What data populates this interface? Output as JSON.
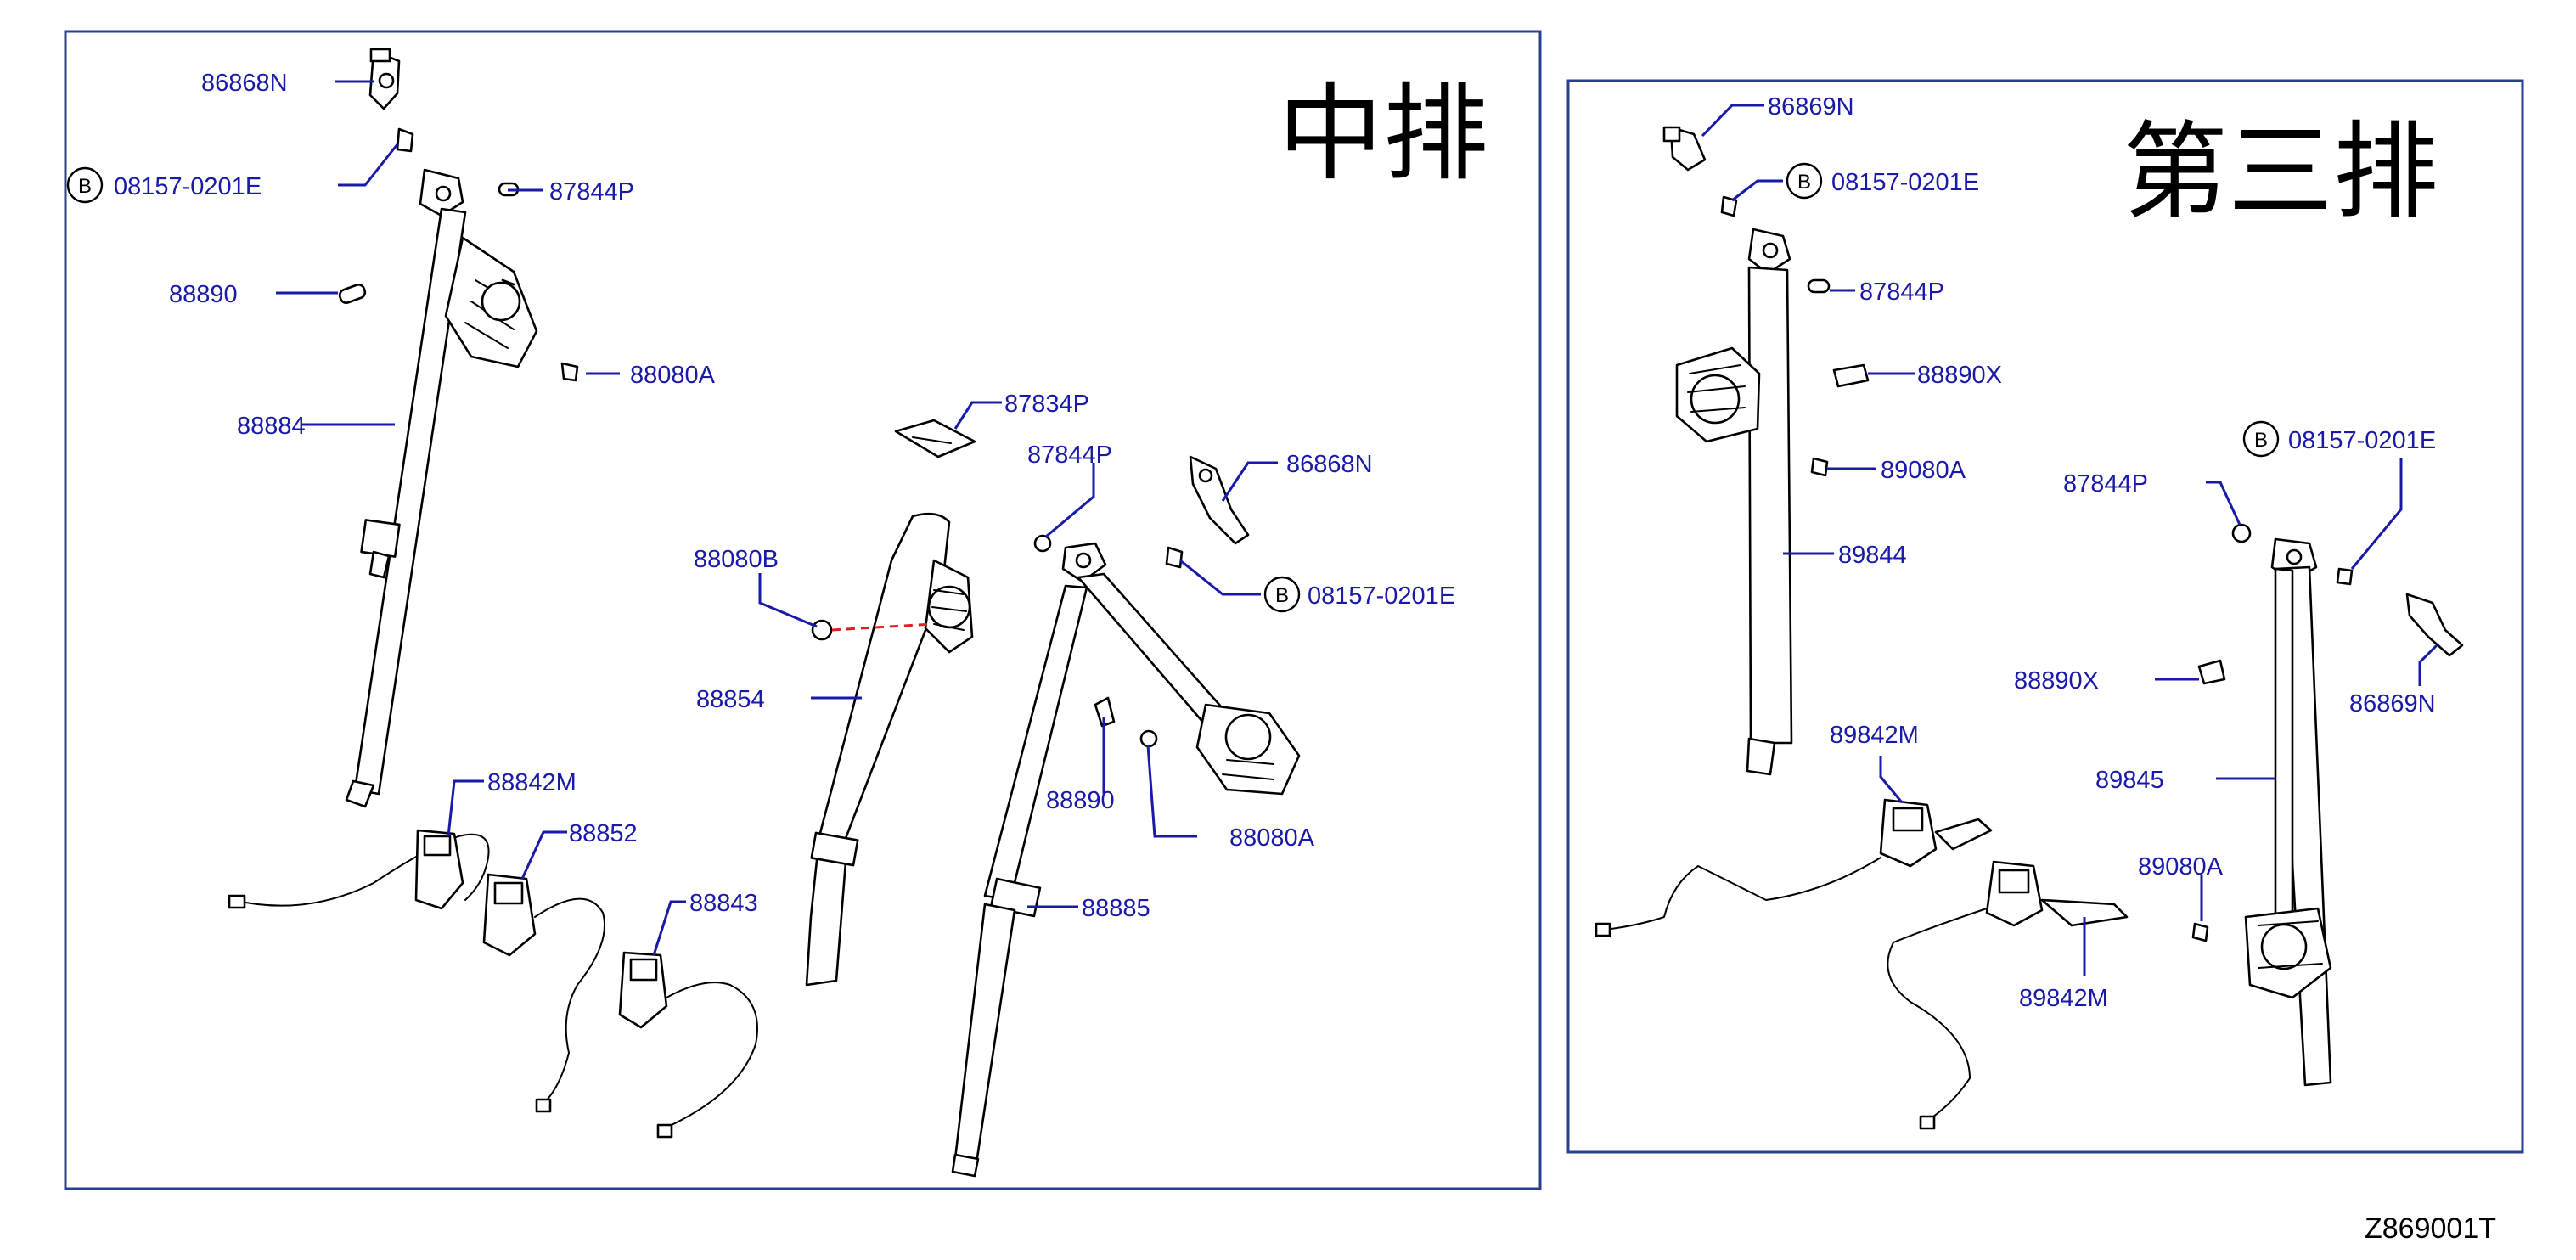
{
  "panels": {
    "middle": {
      "title": "中排"
    },
    "third": {
      "title": "第三排"
    }
  },
  "drawing_code": "Z869001T",
  "bolt_marker": "B",
  "colors": {
    "label": "#1a1aa8",
    "frame": "#2a3f8f",
    "guide": "#e02020"
  },
  "labels": {
    "m_86868N_a": "86868N",
    "m_08157_a": "08157-0201E",
    "m_87844P_a": "87844P",
    "m_88890_a": "88890",
    "m_88080A_a": "88080A",
    "m_88884": "88884",
    "m_87834P": "87834P",
    "m_87844P_b": "87844P",
    "m_86868N_b": "86868N",
    "m_88080B": "88080B",
    "m_08157_b": "08157-0201E",
    "m_88854": "88854",
    "m_88890_b": "88890",
    "m_88080A_b": "88080A",
    "m_88842M": "88842M",
    "m_88852": "88852",
    "m_88843": "88843",
    "m_88885": "88885",
    "t_86869N_a": "86869N",
    "t_08157_a": "08157-0201E",
    "t_87844P_a": "87844P",
    "t_88890X_a": "88890X",
    "t_89080A_a": "89080A",
    "t_89844": "89844",
    "t_08157_b": "08157-0201E",
    "t_87844P_b": "87844P",
    "t_88890X_b": "88890X",
    "t_86869N_b": "86869N",
    "t_89842M_a": "89842M",
    "t_89845": "89845",
    "t_89080A_b": "89080A",
    "t_89842M_b": "89842M"
  }
}
